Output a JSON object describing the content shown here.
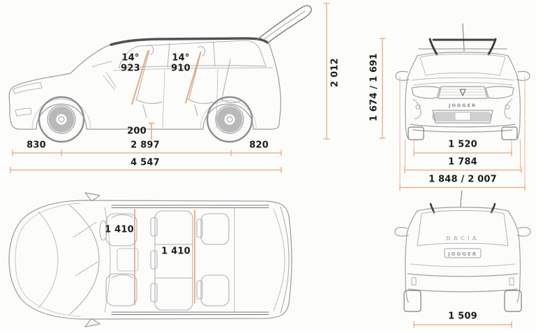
{
  "palette": {
    "accent": "#e8a87c",
    "car_line": "#a0a0a0",
    "dark_detail": "#3f3f3f",
    "text": "#1d1d1b"
  },
  "side_view": {
    "front_seat_angle": "14°",
    "front_seat_value": "923",
    "rear_seat_angle": "14°",
    "rear_seat_value": "910",
    "ground_clearance": "200",
    "front_overhang": "830",
    "wheelbase": "2 897",
    "rear_overhang": "820",
    "overall_length": "4 547",
    "height_tailgate_open": "2 012",
    "overall_height": "1 674 / 1 691"
  },
  "front_view": {
    "front_track": "1 520",
    "body_width": "1 784",
    "width_with_mirrors": "1 848 / 2 007",
    "badge": "JOGGER"
  },
  "top_view": {
    "front_row_width": "1 410",
    "second_row_width": "1 410"
  },
  "rear_view": {
    "rear_track": "1 509",
    "brand": "DACIA",
    "badge": "JOGGER"
  }
}
